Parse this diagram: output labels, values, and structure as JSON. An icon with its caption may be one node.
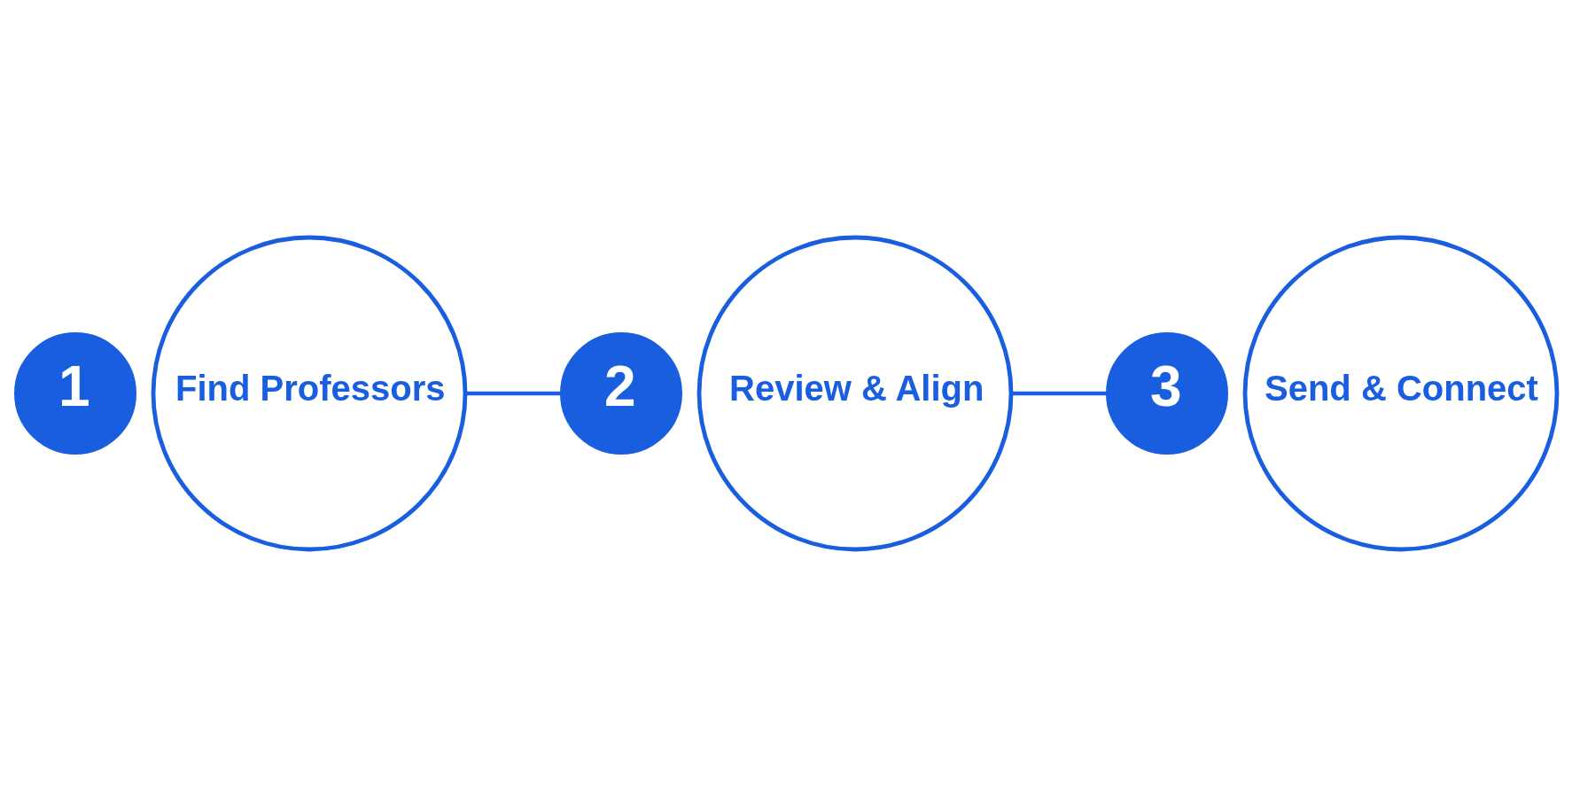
{
  "diagram": {
    "nodes": [
      {
        "text": [
          "1"
        ]
      },
      {
        "text": [
          "Find Professors"
        ]
      },
      {
        "text": [
          "2"
        ]
      },
      {
        "text": [
          "Review & Align"
        ]
      },
      {
        "text": [
          "3"
        ]
      },
      {
        "text": [
          "Send & Connect"
        ]
      }
    ],
    "edges": [
      {
        "from": 1,
        "to": 2,
        "arrow": "none"
      },
      {
        "from": 3,
        "to": 4,
        "arrow": "none"
      }
    ]
  }
}
